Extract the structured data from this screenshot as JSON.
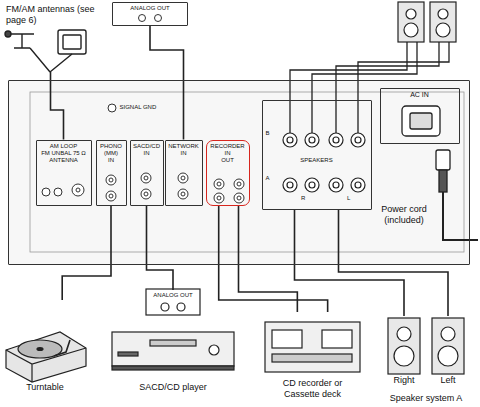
{
  "diagram": {
    "nodes": [
      {
        "text": [
          "ANALOG OUT"
        ]
      },
      {
        "text": [
          "FM/AM antennas (see page 6)"
        ]
      },
      {
        "text": [
          "SIGNAL GND"
        ]
      },
      {
        "text": [
          "AM LOOP",
          "FM UNBAL 75 Ω",
          "ANTENNA"
        ],
        "in": 2
      },
      {
        "text": [
          "PHONO (MM)",
          "IN"
        ],
        "in": 2
      },
      {
        "text": [
          "SACD/CD",
          "IN"
        ],
        "in": 2
      },
      {
        "text": [
          "NETWORK",
          "IN"
        ],
        "in": 2
      },
      {
        "text": [
          "RECORDER",
          "IN",
          "OUT"
        ],
        "in": 2
      },
      {
        "text": [
          "SPEAKERS",
          "B",
          "A"
        ],
        "in": 2
      },
      {
        "text": [
          "AC IN"
        ],
        "in": 2
      },
      {
        "text": [
          "Turntable"
        ]
      },
      {
        "text": [
          "ANALOG OUT",
          "SACD/CD player"
        ]
      },
      {
        "text": [
          "CD recorder or Cassette deck"
        ]
      },
      {
        "text": [
          "Right"
        ]
      },
      {
        "text": [
          "Left"
        ]
      }
    ],
    "edges": [
      {
        "from": 1,
        "to": 3,
        "arrow": "none"
      },
      {
        "from": 0,
        "to": 6,
        "arrow": "none"
      },
      {
        "from": 10,
        "to": 4,
        "arrow": "none"
      },
      {
        "from": 11,
        "to": 5,
        "arrow": "none"
      },
      {
        "from": 7,
        "to": 12,
        "arrow": "none"
      },
      {
        "from": 12,
        "to": 7,
        "arrow": "none"
      },
      {
        "from": 13,
        "to": 8,
        "arrow": "none"
      },
      {
        "from": 14,
        "to": 8,
        "arrow": "none"
      }
    ],
    "labels": [
      "R",
      "L",
      "Speaker system A",
      "Power cord (included)"
    ]
  }
}
